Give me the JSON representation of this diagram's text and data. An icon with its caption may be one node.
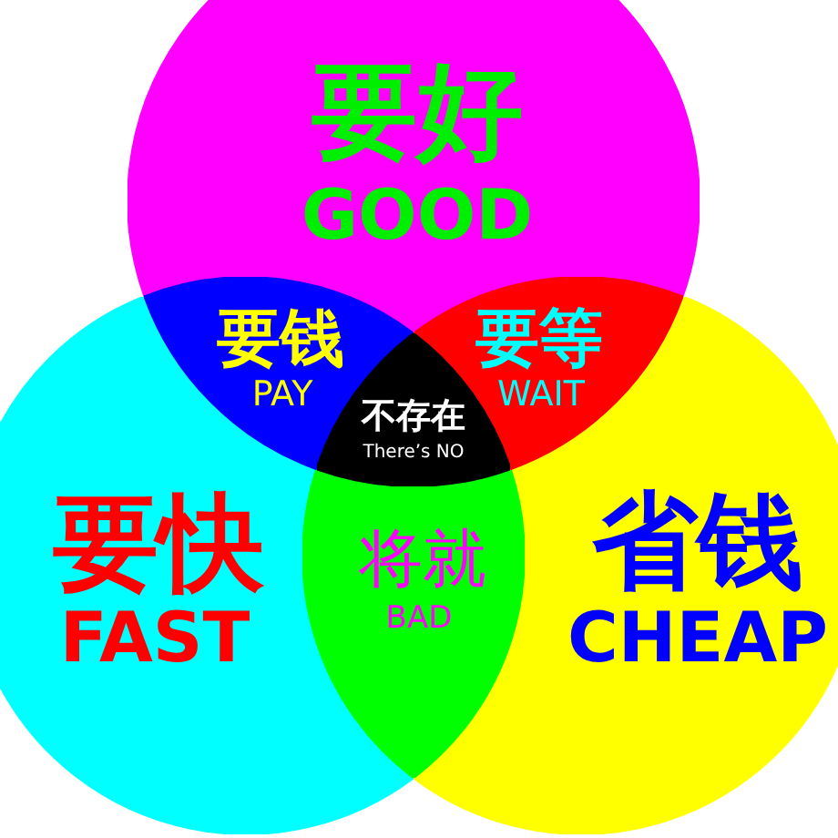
{
  "diagram": {
    "nodes": [
      {
        "text": [
          "要好",
          "GOOD"
        ]
      },
      {
        "text": [
          "要钱",
          "PAY"
        ]
      },
      {
        "text": [
          "要等",
          "WAIT"
        ]
      },
      {
        "text": [
          "不存在",
          "There’s NO"
        ]
      },
      {
        "text": [
          "要快",
          "FAST"
        ]
      },
      {
        "text": [
          "将就",
          "BAD"
        ]
      },
      {
        "text": [
          "省钱",
          "CHEAP"
        ]
      }
    ]
  }
}
